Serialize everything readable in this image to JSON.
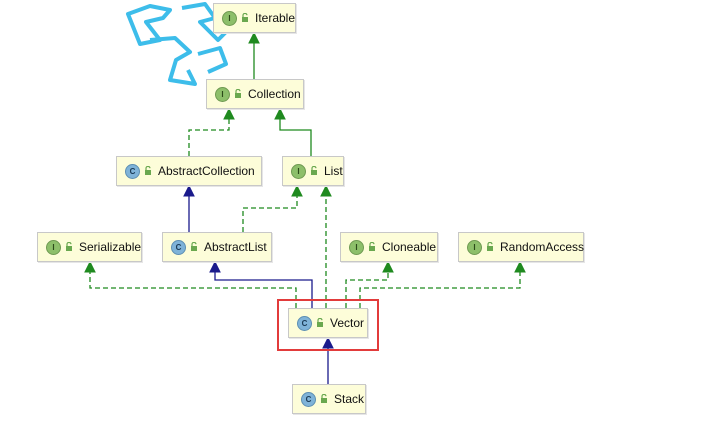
{
  "nodes": [
    {
      "id": "iterable",
      "label": "Iterable",
      "kind": "interface",
      "kind_glyph": "I"
    },
    {
      "id": "collection",
      "label": "Collection",
      "kind": "interface",
      "kind_glyph": "I"
    },
    {
      "id": "abstractcollection",
      "label": "AbstractCollection",
      "kind": "class",
      "kind_glyph": "C"
    },
    {
      "id": "list",
      "label": "List",
      "kind": "interface",
      "kind_glyph": "I"
    },
    {
      "id": "serializable",
      "label": "Serializable",
      "kind": "interface",
      "kind_glyph": "I"
    },
    {
      "id": "abstractlist",
      "label": "AbstractList",
      "kind": "class",
      "kind_glyph": "C"
    },
    {
      "id": "cloneable",
      "label": "Cloneable",
      "kind": "interface",
      "kind_glyph": "I"
    },
    {
      "id": "randomaccess",
      "label": "RandomAccess",
      "kind": "interface",
      "kind_glyph": "I"
    },
    {
      "id": "vector",
      "label": "Vector",
      "kind": "class",
      "kind_glyph": "C"
    },
    {
      "id": "stack",
      "label": "Stack",
      "kind": "class",
      "kind_glyph": "C"
    }
  ],
  "edges": [
    {
      "from": "collection",
      "to": "iterable",
      "style": "interface-extends"
    },
    {
      "from": "abstractcollection",
      "to": "collection",
      "style": "implements"
    },
    {
      "from": "list",
      "to": "collection",
      "style": "interface-extends"
    },
    {
      "from": "abstractlist",
      "to": "abstractcollection",
      "style": "extends"
    },
    {
      "from": "abstractlist",
      "to": "list",
      "style": "implements"
    },
    {
      "from": "vector",
      "to": "abstractlist",
      "style": "extends"
    },
    {
      "from": "vector",
      "to": "list",
      "style": "implements"
    },
    {
      "from": "vector",
      "to": "serializable",
      "style": "implements"
    },
    {
      "from": "vector",
      "to": "cloneable",
      "style": "implements"
    },
    {
      "from": "vector",
      "to": "randomaccess",
      "style": "implements"
    },
    {
      "from": "stack",
      "to": "vector",
      "style": "extends"
    }
  ],
  "highlighted_node": "vector",
  "colors": {
    "interface_extends": "#1f8a1f",
    "implements": "#1f8a1f",
    "extends": "#1a1a8c",
    "highlight": "#e23b3b",
    "node_fill": "#fdfdd9",
    "watermark": "#29b6e8"
  }
}
